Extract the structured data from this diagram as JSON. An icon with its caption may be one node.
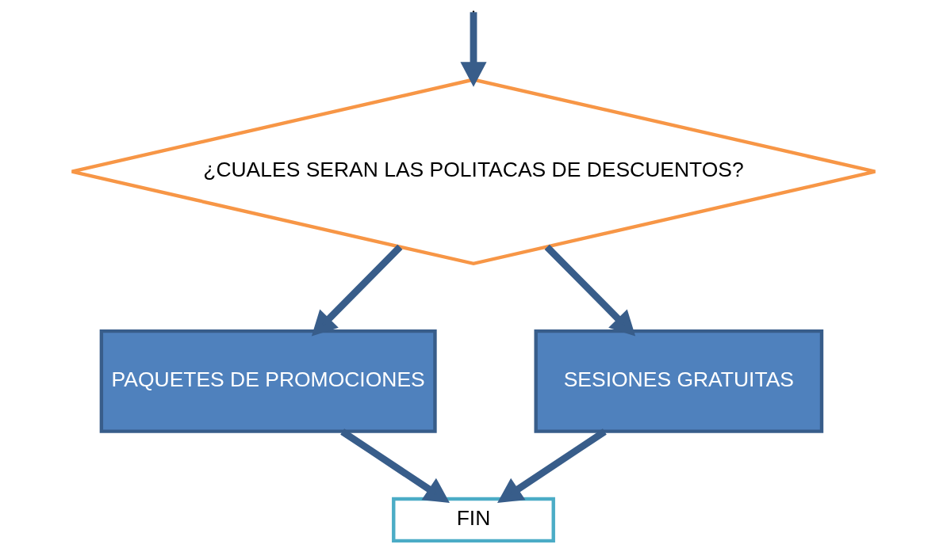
{
  "diagram": {
    "nodes": [
      {
        "text": [
          "¿CUALES SERAN LAS POLITACAS DE DESCUENTOS?"
        ]
      },
      {
        "text": [
          "PAQUETES DE PROMOCIONES"
        ]
      },
      {
        "text": [
          "SESIONES GRATUITAS"
        ]
      },
      {
        "text": [
          "FIN"
        ]
      }
    ],
    "edges": [
      {
        "from": null,
        "to": 0,
        "arrow": "to"
      },
      {
        "from": 0,
        "to": 1,
        "arrow": "to"
      },
      {
        "from": 0,
        "to": 2,
        "arrow": "to"
      },
      {
        "from": 1,
        "to": 3,
        "arrow": "to"
      },
      {
        "from": 2,
        "to": 3,
        "arrow": "to"
      }
    ]
  }
}
